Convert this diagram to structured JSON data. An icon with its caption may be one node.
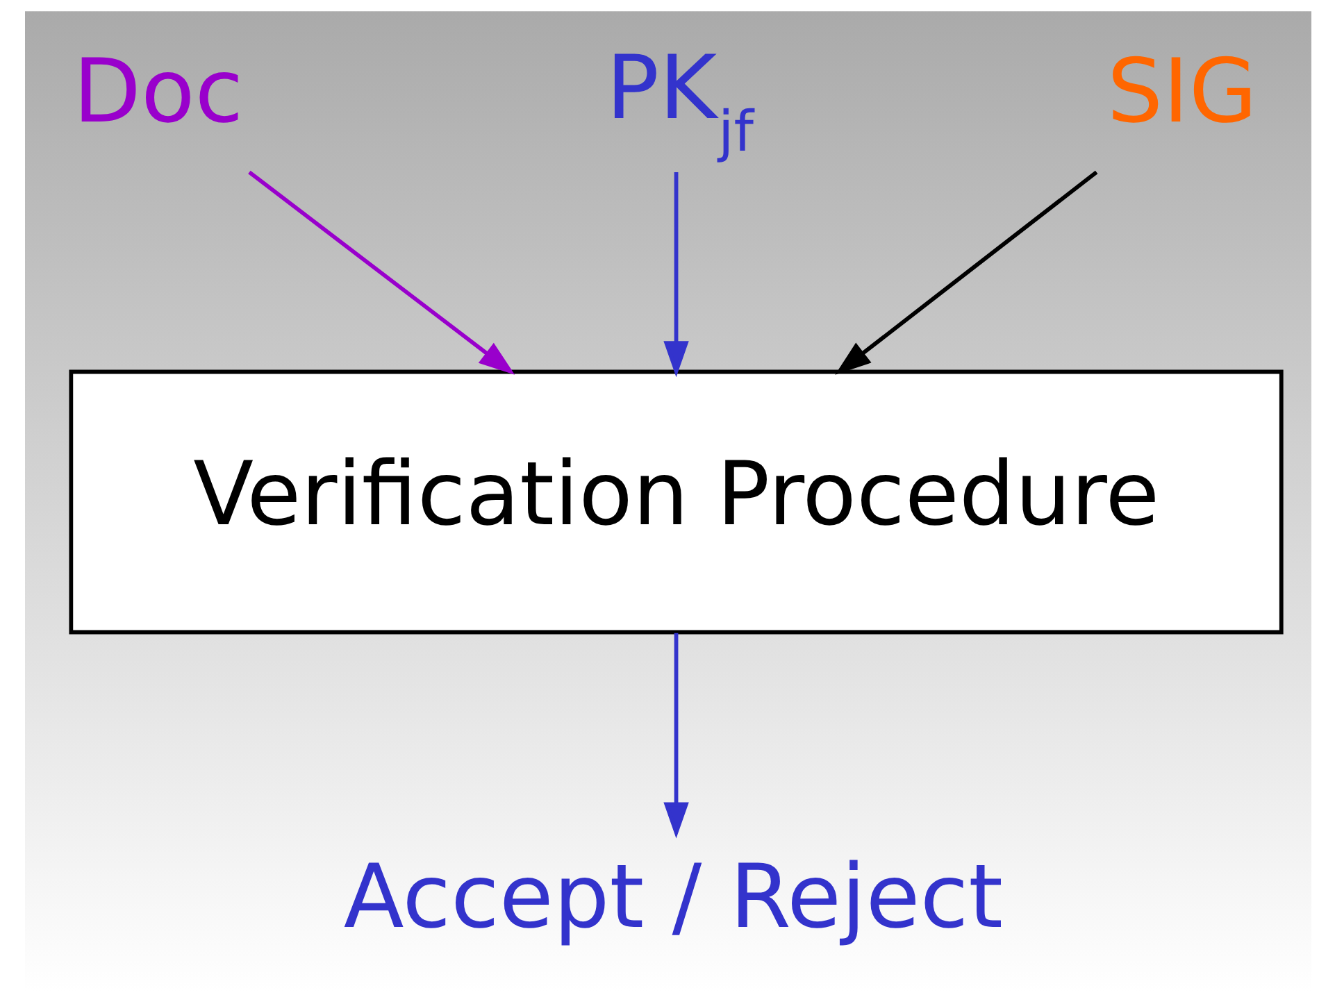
{
  "diagram": {
    "nodes": [
      {
        "text": [
          "Doc"
        ]
      },
      {
        "text": [
          "PK$_{jf}$"
        ]
      },
      {
        "text": [
          "SIG"
        ]
      },
      {
        "text": [
          "Verification Procedure"
        ]
      },
      {
        "text": [
          "Accept / Reject"
        ]
      }
    ],
    "edges": [
      {
        "from": 0,
        "to": 3,
        "arrow": "to",
        "color": "#9900cc"
      },
      {
        "from": 1,
        "to": 3,
        "arrow": "to",
        "color": "#3333cc"
      },
      {
        "from": 2,
        "to": 3,
        "arrow": "to",
        "color": "#000000"
      },
      {
        "from": 3,
        "to": 4,
        "arrow": "to",
        "color": "#3333cc"
      }
    ]
  }
}
